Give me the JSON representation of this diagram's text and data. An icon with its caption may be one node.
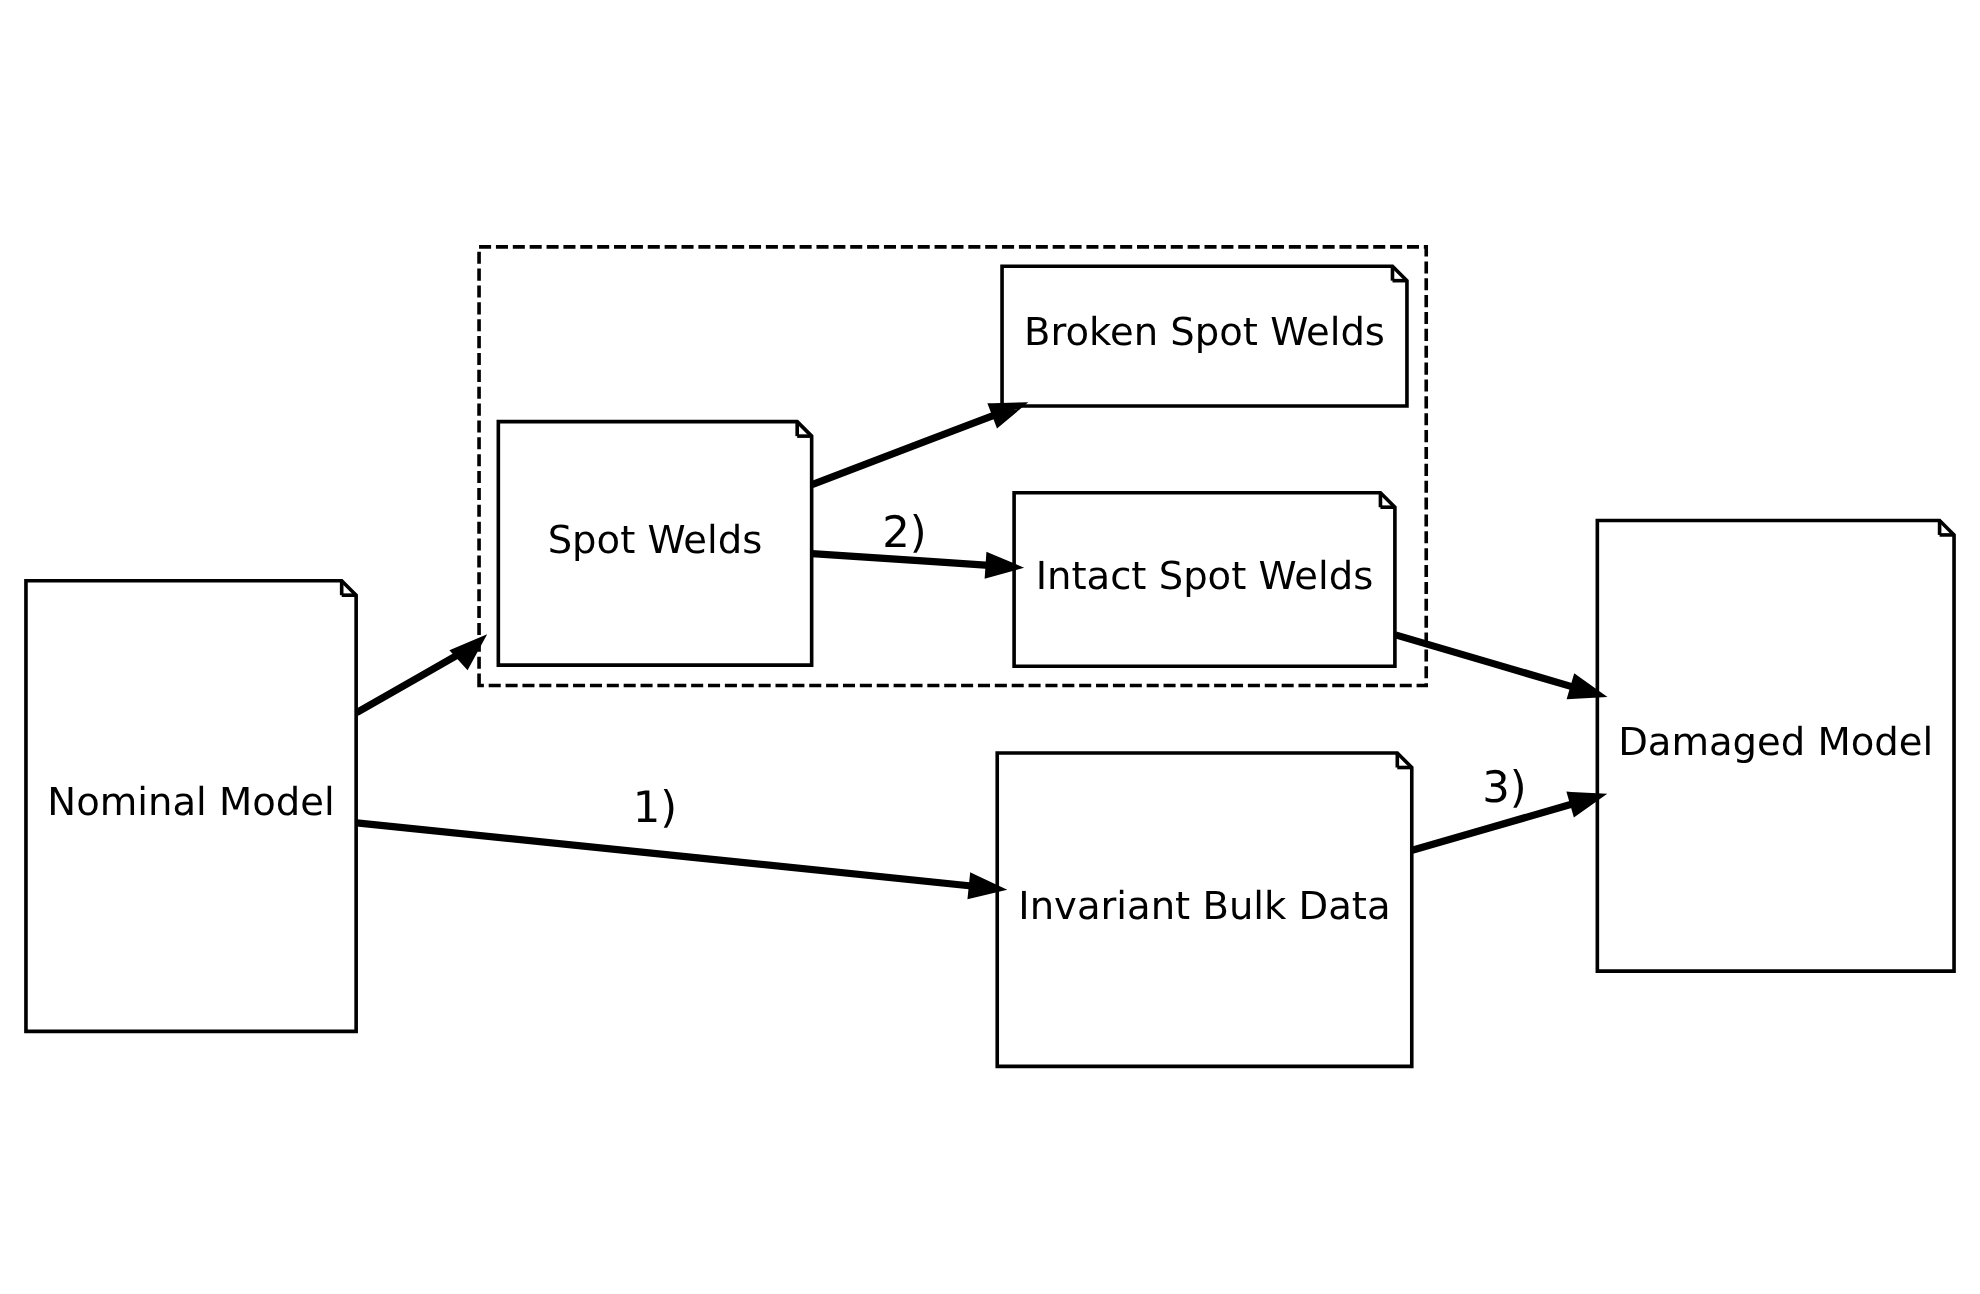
{
  "diagram": {
    "nodes": [
      {
        "text": [
          "Nominal Model"
        ]
      },
      {
        "text": [
          "Invariant Bulk Data"
        ]
      },
      {
        "text": [
          "Damaged Model"
        ]
      },
      {
        "text": [],
        "shape": "box"
      },
      {
        "text": [
          "Spot Welds"
        ],
        "in": 3
      },
      {
        "text": [
          "Intact Spot Welds"
        ],
        "in": 3
      },
      {
        "text": [
          "Broken Spot Welds"
        ],
        "in": 3
      }
    ],
    "edges": [
      {
        "from": 0,
        "to": 1,
        "arrow": "to",
        "label": "1)"
      },
      {
        "from": 0,
        "to": 3,
        "arrow": "to"
      },
      {
        "from": 1,
        "to": 2,
        "arrow": "to",
        "label": "3)"
      },
      {
        "from": 5,
        "to": 2,
        "arrow": "to"
      },
      {
        "from": 4,
        "to": 5,
        "arrow": "to",
        "label": "2)"
      },
      {
        "from": 4,
        "to": 6,
        "arrow": "to"
      }
    ]
  }
}
